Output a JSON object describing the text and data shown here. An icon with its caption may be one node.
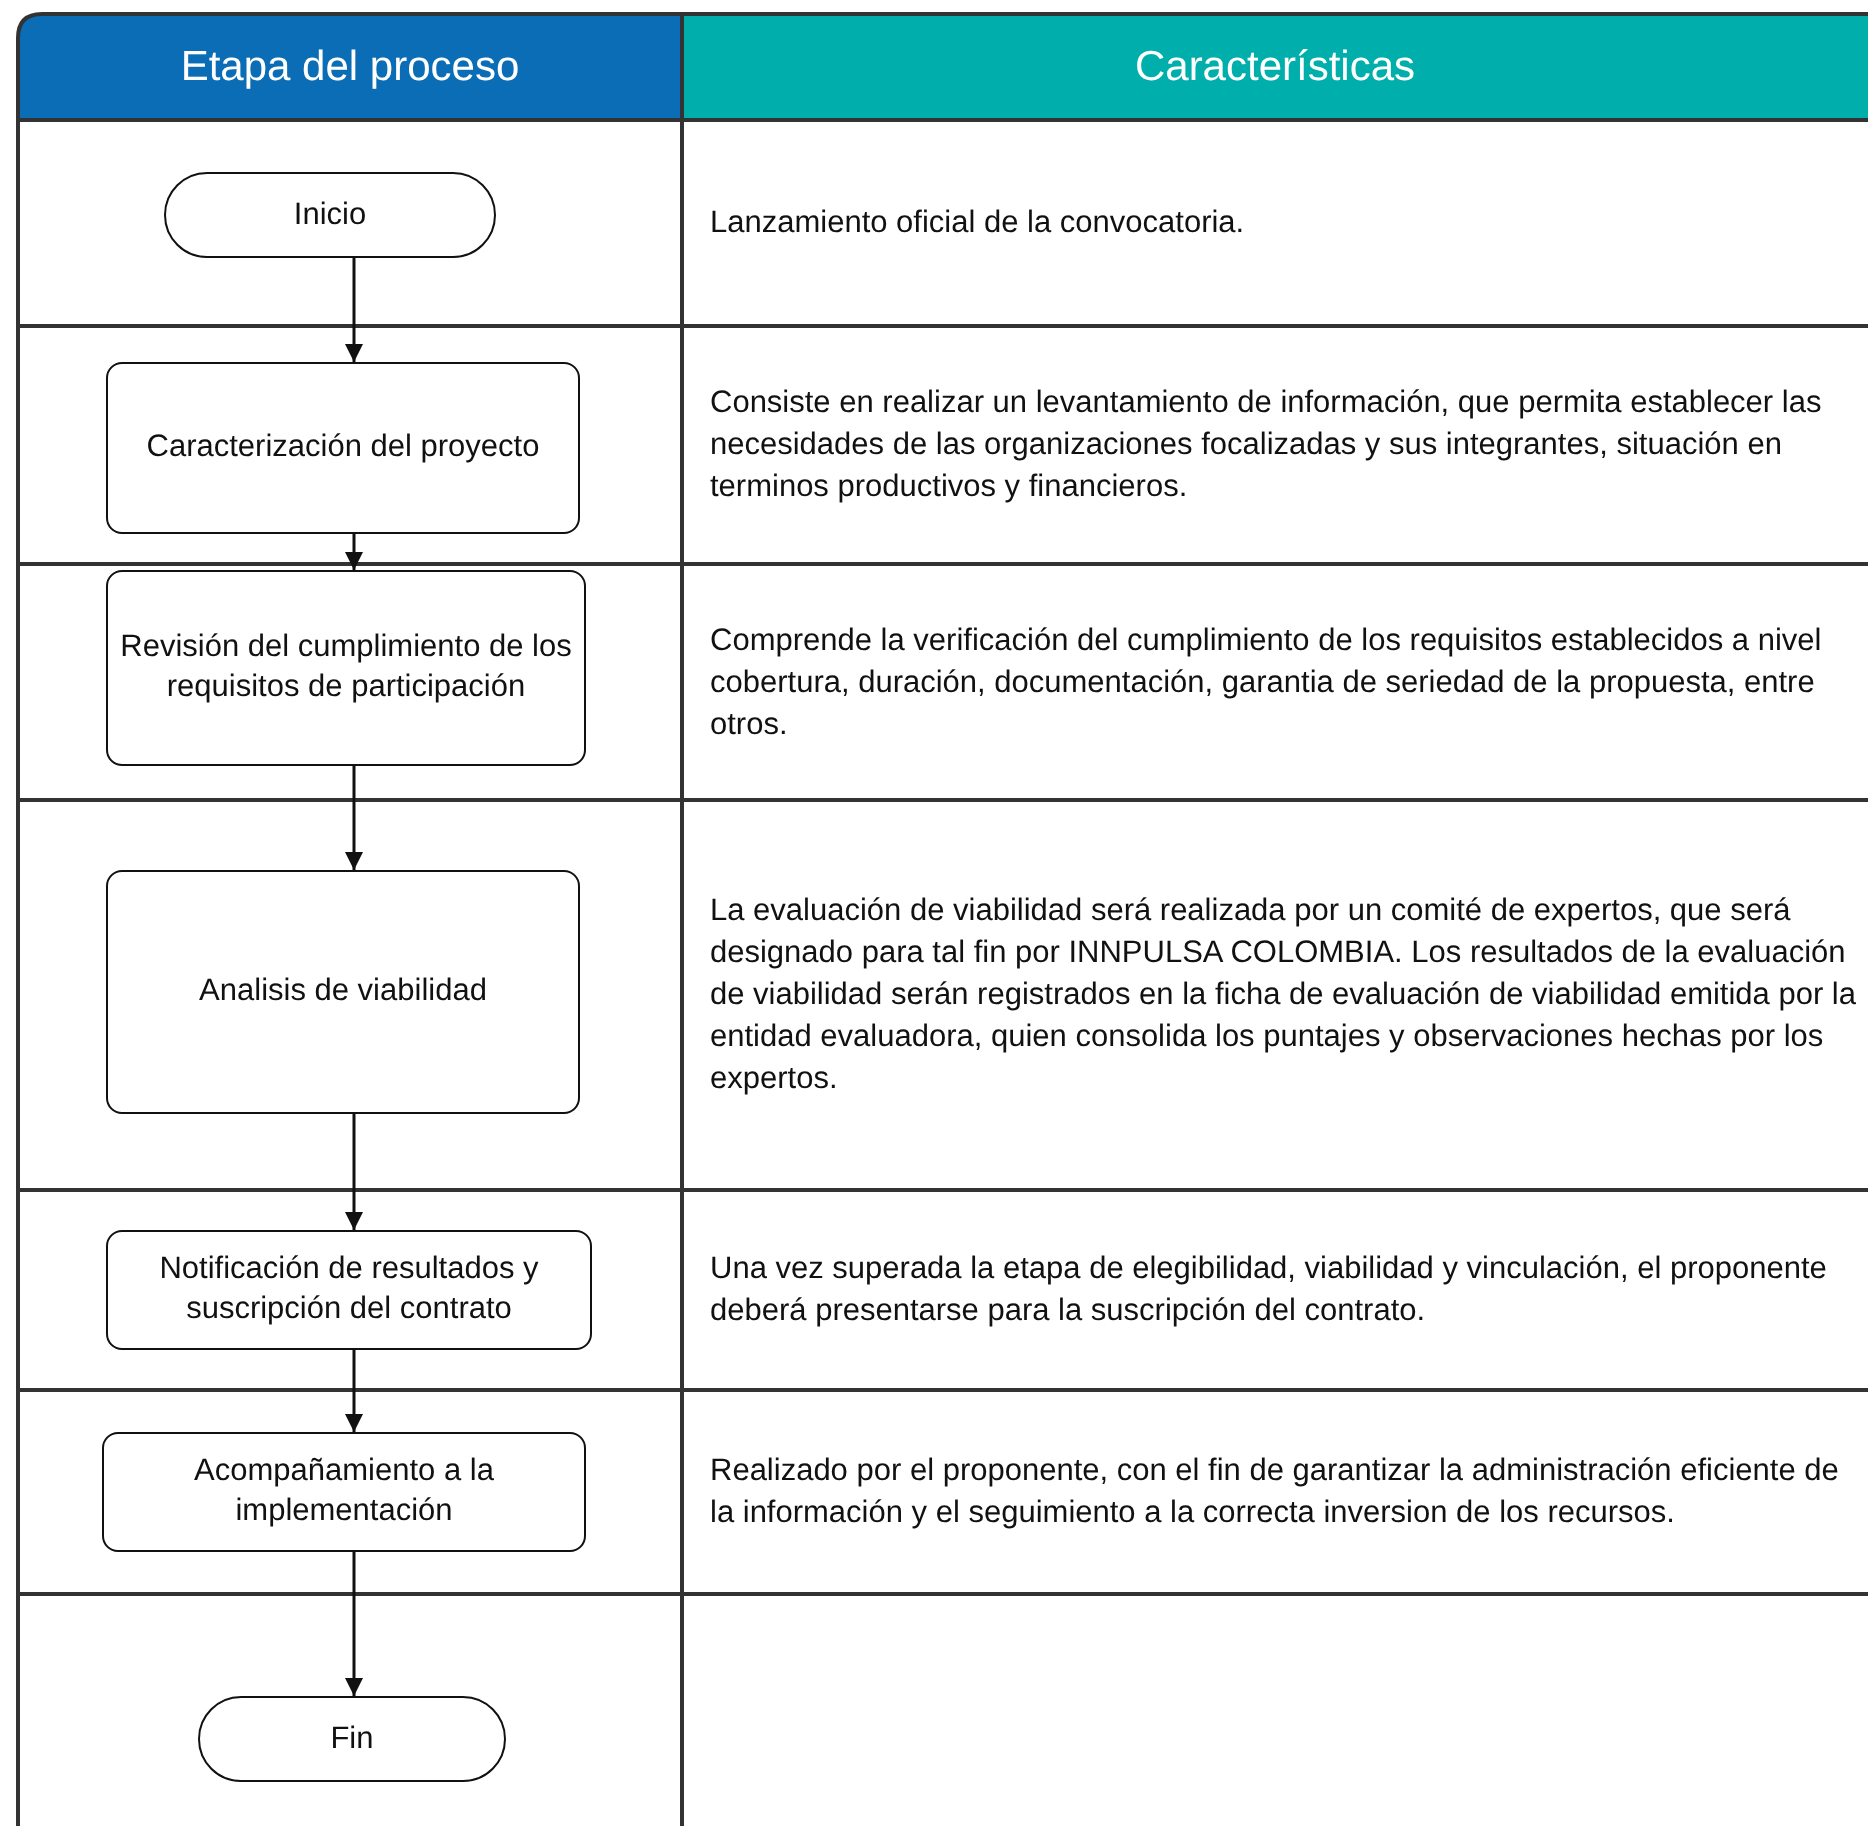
{
  "diagram": {
    "nodes": [
      {
        "text": [
          "Inicio"
        ]
      },
      {
        "text": [
          "Caracterización del proyecto"
        ]
      },
      {
        "text": [
          "Revisión del cumplimiento de los requisitos de participación"
        ]
      },
      {
        "text": [
          "Analisis de viabilidad"
        ]
      },
      {
        "text": [
          "Notificación de resultados y suscripción del contrato"
        ]
      },
      {
        "text": [
          "Acompañamiento a la implementación"
        ]
      },
      {
        "text": [
          "Fin"
        ]
      }
    ],
    "edges": [
      {
        "from": 0,
        "to": 1,
        "arrow": "to"
      },
      {
        "from": 1,
        "to": 2,
        "arrow": "to"
      },
      {
        "from": 2,
        "to": 3,
        "arrow": "to"
      },
      {
        "from": 3,
        "to": 4,
        "arrow": "to"
      },
      {
        "from": 4,
        "to": 5,
        "arrow": "to"
      },
      {
        "from": 5,
        "to": 6,
        "arrow": "to"
      }
    ],
    "labels": [
      "Etapa del proceso",
      "Características",
      "Lanzamiento oficial de la convocatoria.",
      "Consiste en realizar un levantamiento de información, que permita establecer las necesidades de las organizaciones focalizadas y sus integrantes, situación en terminos productivos y financieros.",
      "Comprende la verificación del cumplimiento de los requisitos establecidos a nivel cobertura, duración, documentación, garantia de seriedad de la propuesta, entre otros.",
      "La evaluación de viabilidad será realizada por un comité de expertos, que será designado para tal fin por INNPULSA COLOMBIA. Los resultados de la evaluación de viabilidad serán registrados en la ficha de evaluación de viabilidad emitida por la entidad evaluadora, quien consolida los puntajes y observaciones hechas por los expertos.",
      "Una vez superada la etapa de elegibilidad, viabilidad y vinculación, el proponente deberá presentarse para la suscripción del contrato.",
      "Realizado por el proponente, con el fin de garantizar la administración eficiente de la información y el seguimiento a la correcta inversion de los recursos."
    ]
  }
}
